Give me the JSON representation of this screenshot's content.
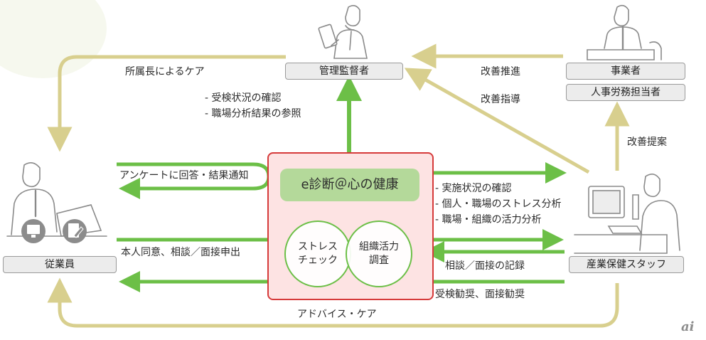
{
  "nodes": {
    "supervisor": "管理監督者",
    "business_owner": "事業者",
    "hr_staff": "人事労務担当者",
    "employee": "従業員",
    "health_staff": "産業保健スタッフ"
  },
  "core": {
    "title": "e診断＠心の健康",
    "circle_stress": [
      "ストレス",
      "チェック"
    ],
    "circle_org": [
      "組織活力",
      "調査"
    ]
  },
  "labels": {
    "care_by_manager": "所属長によるケア",
    "check_status": "- 受検状況の確認",
    "ref_results": "- 職場分析結果の参照",
    "improve_promote": "改善推進",
    "improve_guide": "改善指導",
    "improve_propose": "改善提案",
    "survey_results": "アンケートに回答・結果通知",
    "impl_status": "- 実施状況の確認",
    "stress_analysis": "- 個人・職場のストレス分析",
    "vitality_analysis": "- 職場・組織の活力分析",
    "consult_request": "本人同意、相談／面接申出",
    "consult_record": "相談／面接の記録",
    "recommend": "受検勧奨、面接勧奨",
    "advice_care": "アドバイス・ケア"
  },
  "watermark": "ai",
  "colors": {
    "green_arrow": "#6cbf47",
    "tan_arrow": "#d8cf8e",
    "core_border": "#d63a3a",
    "core_fill": "#fde3e3",
    "core_title_fill": "#b4d99a",
    "box_fill": "#ececec",
    "box_border": "#9a9a9a"
  },
  "icons": [
    "person-tablet-icon",
    "person-desk-icon",
    "person-laptop-icon",
    "person-computer-icon"
  ]
}
